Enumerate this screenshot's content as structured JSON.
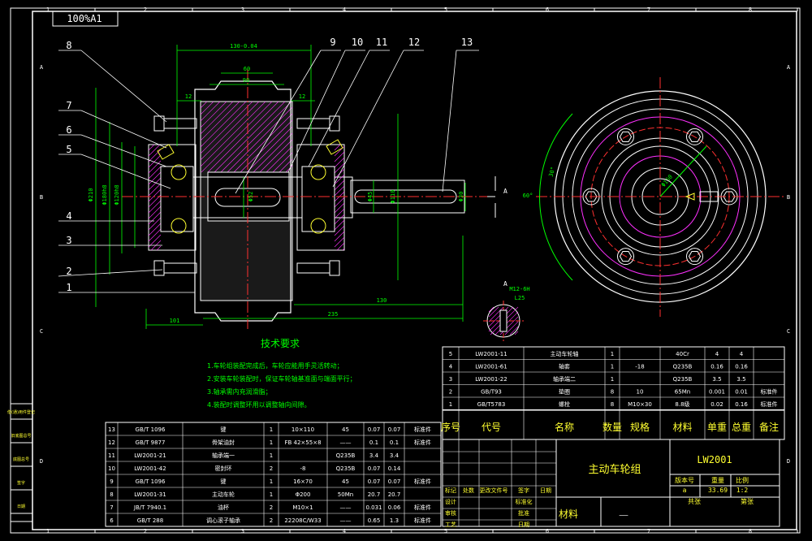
{
  "drawing": {
    "scale_label": "100%A1",
    "assembly_title": "主动车轮组",
    "drawing_no": "LW2001",
    "version_label": "版本号",
    "weight_label": "重量",
    "ratio_label": "比例",
    "version_value": "a",
    "weight_value": "33.69",
    "ratio_value": "1:2",
    "total_sheets": "共张",
    "sheet_no": "第张",
    "material_label": "材料",
    "material_value": "——"
  },
  "grid": {
    "top": [
      "1",
      "2",
      "3",
      "4",
      "5",
      "6",
      "7",
      "8"
    ],
    "bottom": [
      "1",
      "2",
      "3",
      "4",
      "5",
      "6",
      "7",
      "8"
    ],
    "left": [
      "A",
      "B",
      "C",
      "D"
    ],
    "right": [
      "A",
      "B",
      "C",
      "D"
    ]
  },
  "side_stamps": [
    "借(通)用件登记",
    "旧底图总号",
    "底图总号",
    "签字",
    "日期"
  ],
  "balloons": [
    "1",
    "2",
    "3",
    "4",
    "5",
    "6",
    "7",
    "8",
    "9",
    "10",
    "11",
    "12",
    "13"
  ],
  "dimensions": [
    "130-0.04",
    "90",
    "60",
    "12",
    "12",
    "Φ210",
    "Φ180h8",
    "Φ120h8",
    "Φ52",
    "Φ30",
    "Φ45",
    "Φ110",
    "Φ50",
    "101",
    "235",
    "130",
    "30°",
    "60°",
    "Φ160",
    "M12-6H",
    "L25"
  ],
  "tech": {
    "title": "技术要求",
    "items": [
      "1.车轮组装配完成后，车轮应能用手灵活转动；",
      "2.安装车轮装配时，保证车轮轴基准面与端面平行；",
      "3.轴承需内充润滑脂；",
      "4.装配时调整环用以调整轴向间隙。"
    ]
  },
  "bom_right": {
    "rows": [
      [
        "5",
        "LW2001-11",
        "主动车轮轴",
        "1",
        "",
        "40Cr",
        "4",
        "4",
        ""
      ],
      [
        "4",
        "LW2001-61",
        "轴套",
        "1",
        "-18",
        "Q235B",
        "0.16",
        "0.16",
        ""
      ],
      [
        "3",
        "LW2001-22",
        "轴承端二",
        "1",
        "",
        "Q235B",
        "3.5",
        "3.5",
        ""
      ],
      [
        "2",
        "GB/T93",
        "垫圈",
        "8",
        "10",
        "65Mn",
        "0.001",
        "0.01",
        "标准件"
      ],
      [
        "1",
        "GB/T5783",
        "螺栓",
        "8",
        "M10×30",
        "8.8级",
        "0.02",
        "0.16",
        "标准件"
      ]
    ],
    "header": [
      "序号",
      "代号",
      "名称",
      "数量",
      "规格",
      "材料",
      "单重",
      "总重",
      "备注"
    ]
  },
  "bom_left": {
    "rows": [
      [
        "13",
        "GB/T 1096",
        "键",
        "1",
        "10×110",
        "45",
        "0.07",
        "0.07",
        "标准件"
      ],
      [
        "12",
        "GB/T 9877",
        "骨架油封",
        "1",
        "FB 42×55×8",
        "——",
        "0.1",
        "0.1",
        "标准件"
      ],
      [
        "11",
        "LW2001-21",
        "轴承端一",
        "1",
        "",
        "Q235B",
        "3.4",
        "3.4",
        ""
      ],
      [
        "10",
        "LW2001-42",
        "密封环",
        "2",
        "-8",
        "Q235B",
        "0.07",
        "0.14",
        ""
      ],
      [
        "9",
        "GB/T 1096",
        "键",
        "1",
        "16×70",
        "45",
        "0.07",
        "0.07",
        "标准件"
      ],
      [
        "8",
        "LW2001-31",
        "主动车轮",
        "1",
        "Φ200",
        "50Mn",
        "20.7",
        "20.7",
        ""
      ],
      [
        "7",
        "JB/T 7940.1",
        "油杯",
        "2",
        "M10×1",
        "——",
        "0.031",
        "0.06",
        "标准件"
      ],
      [
        "6",
        "GB/T 288",
        "调心滚子轴承",
        "2",
        "22208C/W33",
        "——",
        "0.65",
        "1.3",
        "标准件"
      ]
    ]
  },
  "title_block": {
    "labels": [
      "标记",
      "处数",
      "更改文件号",
      "签字",
      "日期",
      "设计",
      "标准化",
      "审核",
      "批准",
      "工艺",
      "日期"
    ]
  },
  "colors": {
    "background": "#000000",
    "frame": "#ffffff",
    "geometry": "#ffffff",
    "dims": "#00ff00",
    "center": "#ff3030",
    "hatch": "#ff30ff",
    "table": "#ffffff",
    "text_yellow": "#ffff30",
    "text_green": "#00ff00",
    "title": "#ff30ff"
  }
}
